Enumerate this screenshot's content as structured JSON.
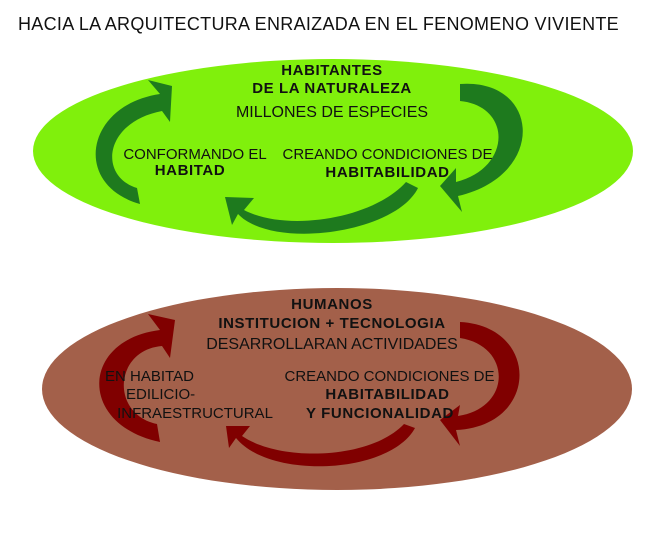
{
  "title": "HACIA LA ARQUITECTURA ENRAIZADA EN EL FENOMENO VIVIENTE",
  "colors": {
    "upper_ellipse": "#80F00C",
    "upper_arrows": "#1E7A1E",
    "lower_ellipse": "#A3604A",
    "lower_arrows": "#800000"
  },
  "upper": {
    "heading_1": "HABITANTES",
    "heading_2": "DE LA NATURALEZA",
    "subheading": "MILLONES DE ESPECIES",
    "left_line_1": "CONFORMANDO EL",
    "left_line_2": "HABITAD",
    "right_line_1": "CREANDO CONDICIONES DE",
    "right_line_2": "HABITABILIDAD"
  },
  "lower": {
    "heading_1": "HUMANOS",
    "heading_2": "INSTITUCION + TECNOLOGIA",
    "subheading": "DESARROLLARAN ACTIVIDADES",
    "left_line_1": "EN HABITAD",
    "left_line_2": "EDILICIO-",
    "left_line_3": "INFRAESTRUCTURAL",
    "right_line_1": "CREANDO CONDICIONES DE",
    "right_line_2": "HABITABILIDAD",
    "right_line_3": "Y FUNCIONALIDAD"
  }
}
